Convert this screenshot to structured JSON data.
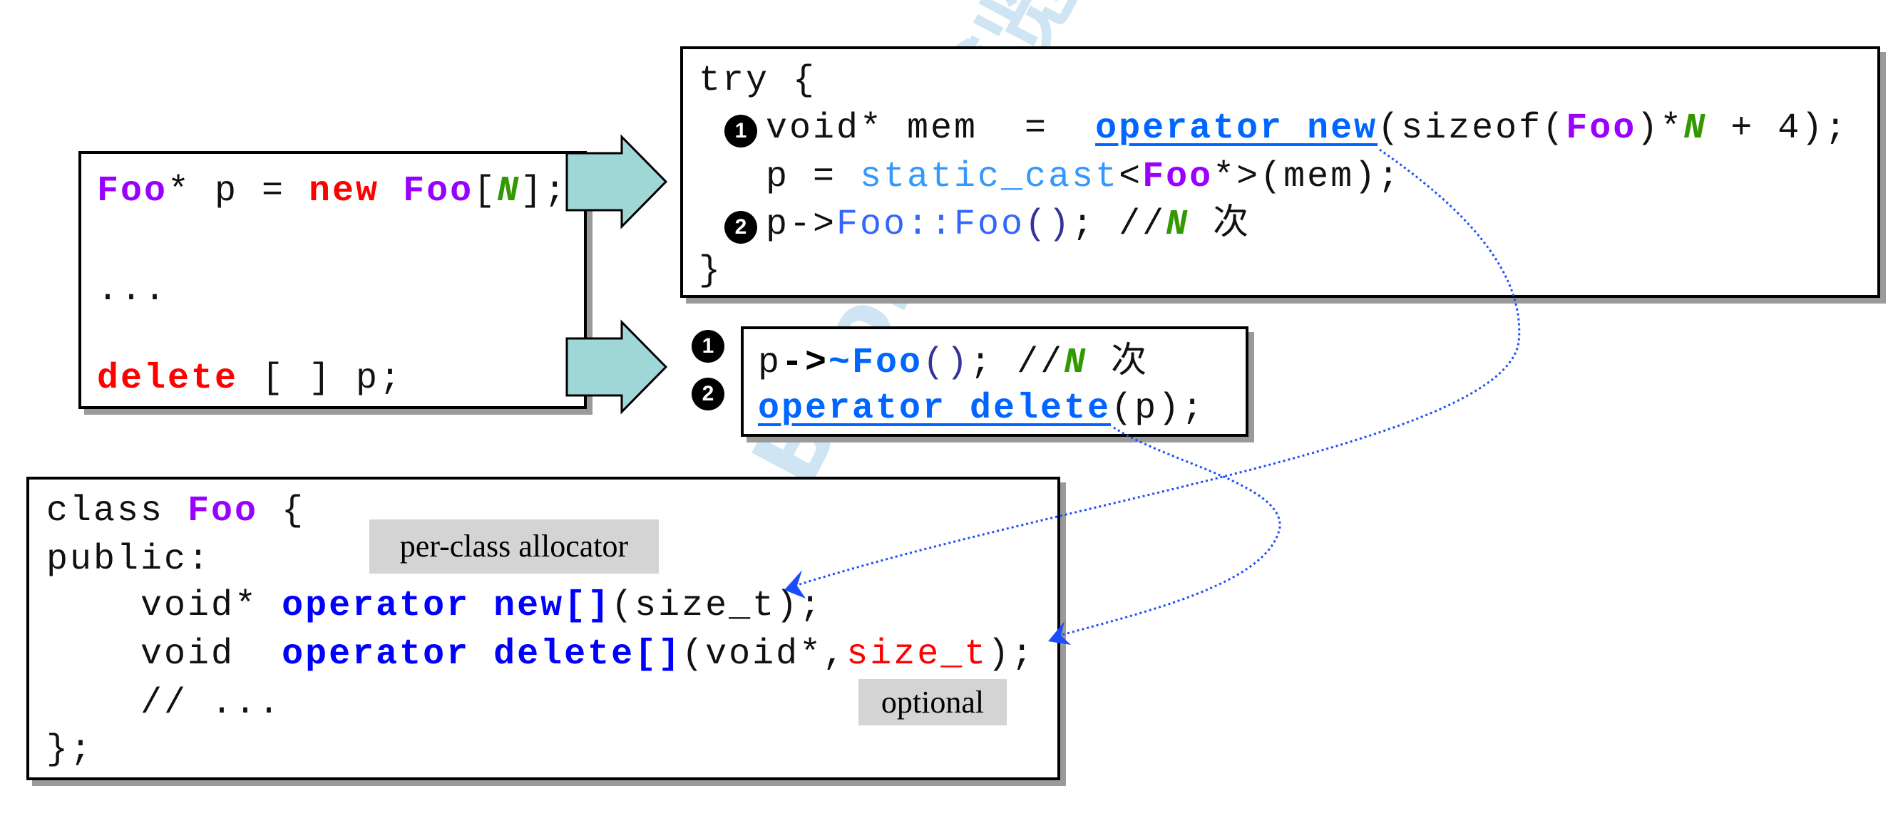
{
  "watermark": "Boolan 博览网",
  "colors": {
    "purple": "#9900ff",
    "red": "#ff0000",
    "green": "#339900",
    "operator_blue": "#0066ff",
    "class_blue": "#0000ff",
    "arrow_fill": "#9fd6d6",
    "dotted_line": "#1a4dff"
  },
  "expression_box": {
    "lines": [
      [
        {
          "t": "Foo",
          "s": "purple"
        },
        {
          "t": "* p = "
        },
        {
          "t": "new",
          "s": "red"
        },
        {
          "t": " "
        },
        {
          "t": "Foo",
          "s": "purple"
        },
        {
          "t": "["
        },
        {
          "t": "N",
          "s": "green"
        },
        {
          "t": "];"
        }
      ],
      [
        {
          "t": "..."
        }
      ],
      [
        {
          "t": "delete",
          "s": "red"
        },
        {
          "t": " [ ] p;"
        }
      ]
    ]
  },
  "new_expansion_box": {
    "lines": [
      [
        {
          "t": "try {"
        }
      ],
      [
        {
          "t": "void* mem  =  "
        },
        {
          "t": "operator new",
          "s": "opblueu"
        },
        {
          "t": "(sizeof("
        },
        {
          "t": "Foo",
          "s": "purple"
        },
        {
          "t": ")*"
        },
        {
          "t": "N",
          "s": "green"
        },
        {
          "t": " + 4);"
        }
      ],
      [
        {
          "t": "p = "
        },
        {
          "t": "static_cast",
          "s": "light"
        },
        {
          "t": "<"
        },
        {
          "t": "Foo",
          "s": "purple"
        },
        {
          "t": "*>(mem);"
        }
      ],
      [
        {
          "t": "p->"
        },
        {
          "t": "Foo::Foo",
          "s": "mid"
        },
        {
          "t": "()",
          "s": "dark"
        },
        {
          "t": "; //"
        },
        {
          "t": "N",
          "s": "green"
        },
        {
          "t": " 次"
        }
      ],
      [
        {
          "t": "}"
        }
      ]
    ],
    "badges": [
      "1",
      "2"
    ]
  },
  "delete_expansion_box": {
    "lines": [
      [
        {
          "t": "p"
        },
        {
          "t": "->",
          "s": "black"
        },
        {
          "t": "~Foo",
          "s": "opblue"
        },
        {
          "t": "()",
          "s": "dark"
        },
        {
          "t": "; //"
        },
        {
          "t": "N",
          "s": "green"
        },
        {
          "t": " 次"
        }
      ],
      [
        {
          "t": "operator delete",
          "s": "opblueu"
        },
        {
          "t": "(p);"
        }
      ]
    ],
    "badges": [
      "1",
      "2"
    ]
  },
  "class_box": {
    "lines": [
      [
        {
          "t": "class "
        },
        {
          "t": "Foo",
          "s": "purple"
        },
        {
          "t": " {"
        }
      ],
      [
        {
          "t": "public:"
        }
      ],
      [
        {
          "t": "    void* "
        },
        {
          "t": "operator new[]",
          "s": "blue"
        },
        {
          "t": "(size_t);"
        }
      ],
      [
        {
          "t": "    void  "
        },
        {
          "t": "operator delete[]",
          "s": "blue"
        },
        {
          "t": "(void*,"
        },
        {
          "t": "size_t",
          "s": "redn"
        },
        {
          "t": ");"
        }
      ],
      [
        {
          "t": "    // ..."
        }
      ],
      [
        {
          "t": "};"
        }
      ]
    ]
  },
  "labels": {
    "per_class": "per-class allocator",
    "optional": "optional"
  }
}
